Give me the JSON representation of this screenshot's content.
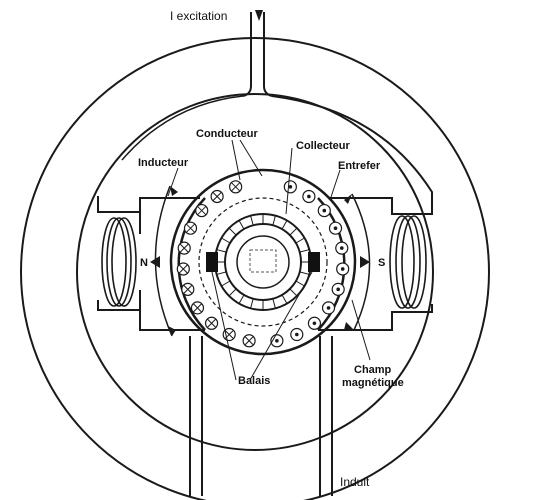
{
  "labels": {
    "excitation": "I excitation",
    "conducteur": "Conducteur",
    "collecteur": "Collecteur",
    "inducteur": "Inducteur",
    "entrefer": "Entrefer",
    "pole_n": "N",
    "pole_s": "S",
    "balais": "Balais",
    "champ": "Champ",
    "magnetique": "magnétique",
    "induit": "Induit"
  },
  "conductors": {
    "left_symbol": "cross",
    "right_symbol": "dot",
    "count_per_side": 11
  },
  "colors": {
    "line": "#1a1a1a",
    "brush": "#111111",
    "background": "#ffffff"
  }
}
